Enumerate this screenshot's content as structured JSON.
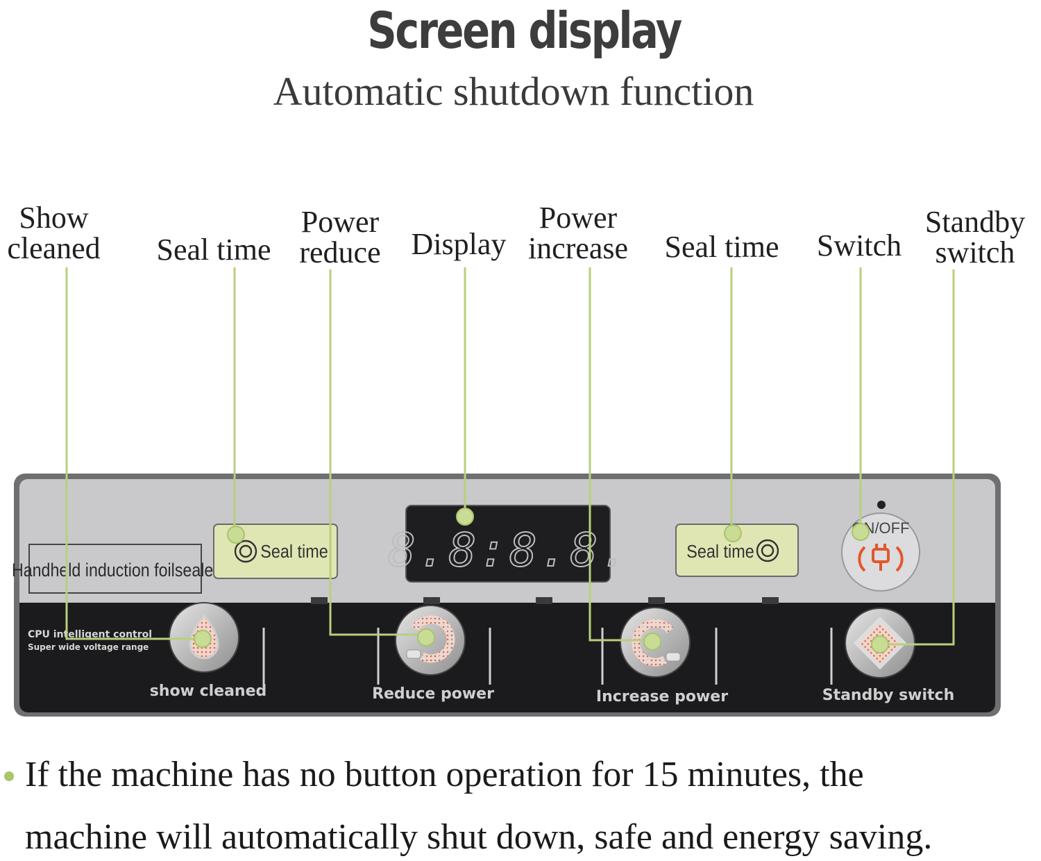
{
  "title": "Screen display",
  "subtitle": "Automatic shutdown function",
  "callouts": {
    "show_cleaned": [
      "Show",
      "cleaned"
    ],
    "seal_time_left": [
      "Seal time"
    ],
    "power_reduce": [
      "Power",
      "reduce"
    ],
    "display": [
      "Display"
    ],
    "power_increase": [
      "Power",
      "increase"
    ],
    "seal_time_right": [
      "Seal time"
    ],
    "switch": [
      "Switch"
    ],
    "standby_switch": [
      "Standby",
      "switch"
    ]
  },
  "panel": {
    "model_label": "Handheld induction foilsealer",
    "seal_time_left_label": "Seal time",
    "seal_time_right_label": "Seal time",
    "display_digits": "8.8:8.8.",
    "on_off_label": "ON/OFF",
    "cpu_line1": "CPU intelligent control",
    "cpu_line2": "Super wide voltage range",
    "show_cleaned_label": "show cleaned",
    "reduce_power_label": "Reduce power",
    "increase_power_label": "Increase power",
    "standby_switch_label": "Standby switch"
  },
  "colors": {
    "leader_line": "#b9cf7e",
    "leader_dot": "#c9dc96",
    "panel_gray": "#c8c8ca",
    "panel_black": "#1b1b1d",
    "power_orange": "#e2572b"
  },
  "icons": [
    "timer-icon",
    "power-plug-icon",
    "water-drop-icon",
    "minus-arc-icon",
    "plus-arc-icon",
    "standby-diamond-icon"
  ],
  "footnote": {
    "line1": "If the machine has no button operation for 15 minutes, the",
    "line2": "machine will automatically shut down, safe and energy saving."
  }
}
